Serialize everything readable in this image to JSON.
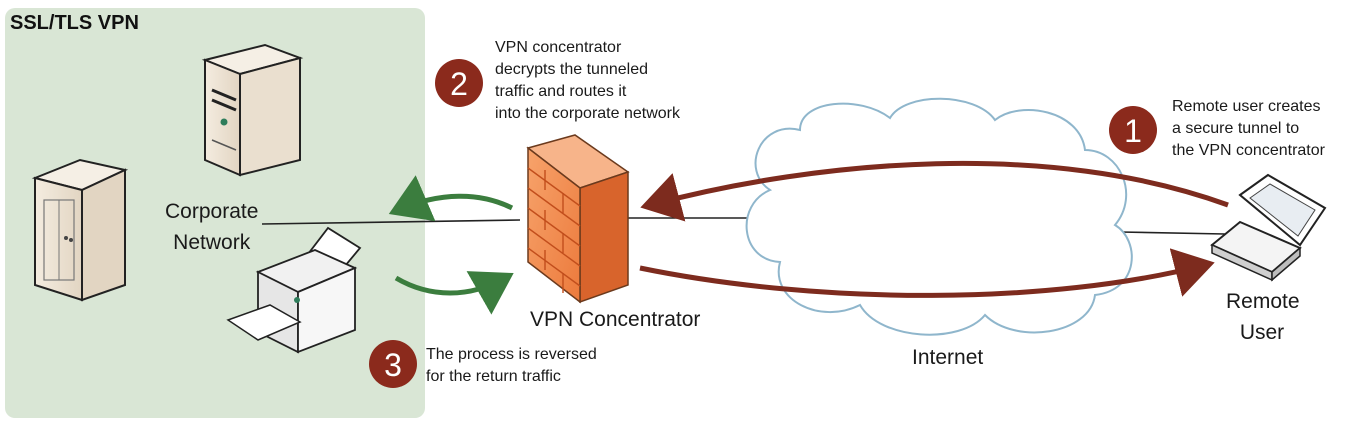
{
  "zone": {
    "title": "SSL/TLS VPN"
  },
  "labels": {
    "corporate_network": [
      "Corporate",
      "Network"
    ],
    "vpn_concentrator": "VPN Concentrator",
    "internet": "Internet",
    "remote_user": [
      "Remote",
      "User"
    ]
  },
  "steps": [
    {
      "number": "1",
      "lines": [
        "Remote user creates",
        "a secure tunnel to",
        "the VPN concentrator"
      ]
    },
    {
      "number": "2",
      "lines": [
        "VPN concentrator",
        "decrypts the tunneled",
        "traffic and routes it",
        "into the corporate network"
      ]
    },
    {
      "number": "3",
      "lines": [
        "The process is reversed",
        "for the return traffic"
      ]
    }
  ],
  "colors": {
    "zone_fill": "#d9e6d5",
    "badge": "#8b2a1c",
    "tunnel_arrow": "#7d2b1e",
    "return_arrow": "#3b7d3e",
    "firewall": "#f28a4c"
  }
}
